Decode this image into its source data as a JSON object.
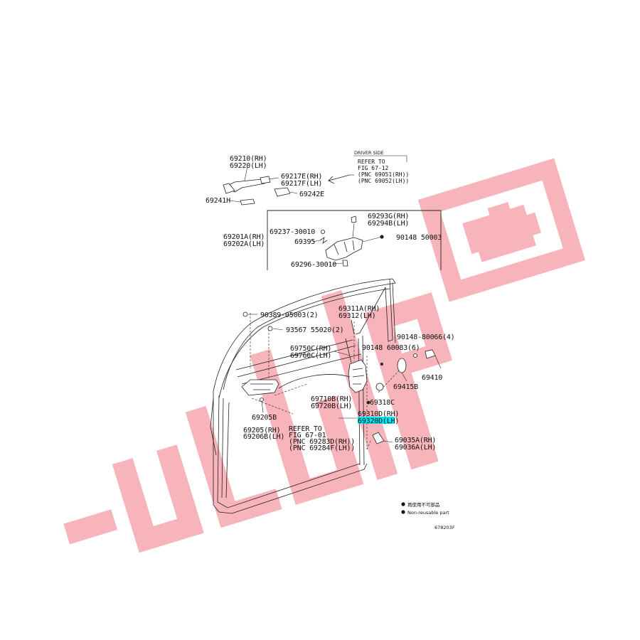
{
  "watermark": {
    "color": "#f7a8b0",
    "shape": "brand-logo-watermark"
  },
  "highlight_color": "#00e5ee",
  "labels": {
    "p69210": "69210(RH)",
    "p69220": "69220(LH)",
    "p69217e": "69217E(RH)",
    "p69217f": "69217F(LH)",
    "p69241h": "69241H",
    "p69242e": "69242E",
    "ref_driver": "DRIVER SIDE",
    "ref_refer": "REFER TO",
    "ref_fig": "FIG 67-12",
    "ref_pnc1": "(PNC 69051(RH))",
    "ref_pnc2": "(PNC 69052(LH))",
    "p69293g": "69293G(RH)",
    "p69294b": "69294B(LH)",
    "p69237": "69237-30010",
    "p90148_50003": "90148 50003",
    "p69201a": "69201A(RH)",
    "p69202a": "69202A(LH)",
    "p69395": "69395",
    "p69296": "69296-30010",
    "p90389": "90389-05003(2)",
    "p69311a": "69311A(RH)",
    "p69312": "69312(LH)",
    "p93567": "93567 55020(2)",
    "p90148_80066": "90148-80066(4)",
    "p69750c": "69750C(RH)",
    "p69760c": "69760C(LH)",
    "p90148_60083": "90148 60083(6)",
    "p69410": "69410",
    "p69415b": "69415B",
    "p69710b": "69710B(RH)",
    "p69720b": "69720B(LH)",
    "p69318c": "69318C",
    "p69205b": "69205B",
    "p69310d": "69310D(RH)",
    "p69320d": "69320D(LH)",
    "p69205": "69205(RH)",
    "p69206b": "69206B(LH)",
    "ref2_refer": "REFER TO",
    "ref2_fig": "FIG 67-01",
    "ref2_pnc1": "(PNC 69283D(RH))",
    "ref2_pnc2": "(PNC 69284F(LH))",
    "p69035a": "69035A(RH)",
    "p69036a": "69036A(LH)",
    "legend1": "再使用不可部品",
    "legend2": "Non-reusable part",
    "figure_code": "678203F"
  }
}
